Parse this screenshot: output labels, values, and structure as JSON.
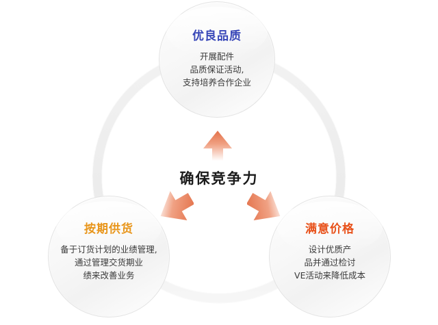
{
  "diagram": {
    "center_label": "确保竞争力",
    "center_color": "#1a1a1a",
    "background_color": "#ffffff",
    "nodes": [
      {
        "id": "quality",
        "title": "优良品质",
        "title_color": "#3847b8",
        "body": "开展配件\n品质保证活动,\n支持培养合作企业",
        "body_color": "#3a3a3a"
      },
      {
        "id": "delivery",
        "title": "按期供货",
        "title_color": "#e8951a",
        "body": "备于订货计划的业绩管理,\n通过管理交货期业\n绩来改善业务",
        "body_color": "#3a3a3a"
      },
      {
        "id": "price",
        "title": "满意价格",
        "title_color": "#e8511a",
        "body": "设计优质产\n品并通过检讨\nVE活动来降低成本",
        "body_color": "#3a3a3a"
      }
    ],
    "arrows": [
      {
        "id": "arrow-up",
        "direction": "up",
        "color_top": "#e8784f",
        "color_bottom": "#ffffff"
      },
      {
        "id": "arrow-downleft",
        "direction": "down-left",
        "color_top": "#e8784f",
        "color_bottom": "#ffffff"
      },
      {
        "id": "arrow-downright",
        "direction": "down-right",
        "color_top": "#e8784f",
        "color_bottom": "#ffffff"
      }
    ],
    "ring": {
      "stroke_color": "#f0f0f0",
      "label": "connector-ring"
    }
  }
}
